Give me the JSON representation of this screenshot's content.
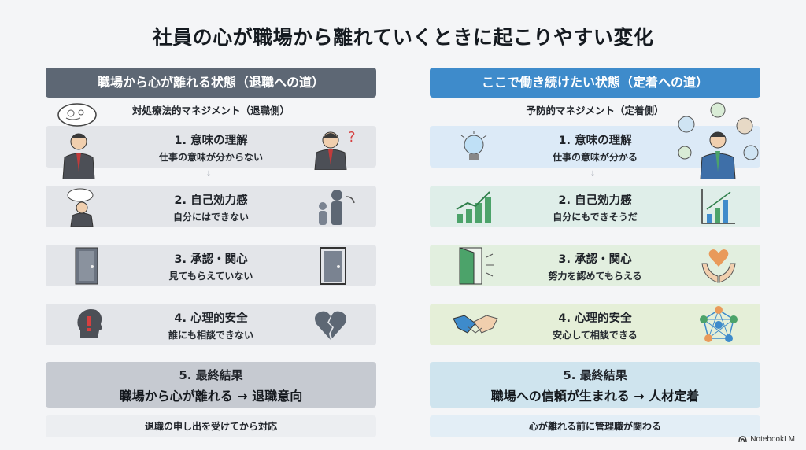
{
  "title": "社員の心が職場から離れていくときに起こりやすい変化",
  "left": {
    "header": "職場から心が離れる状態（退職への道）",
    "subtitle": "対処療法的マネジメント（退職側）",
    "cards": [
      {
        "title": "1. 意味の理解",
        "sub": "仕事の意味が分からない"
      },
      {
        "title": "2. 自己効力感",
        "sub": "自分にはできない"
      },
      {
        "title": "3. 承認・関心",
        "sub": "見てもらえていない"
      },
      {
        "title": "4. 心理的安全",
        "sub": "誰にも相談できない"
      }
    ],
    "final": {
      "title": "5. 最終結果",
      "sub": "職場から心が離れる → 退職意向"
    },
    "note": "退職の申し出を受けてから対応"
  },
  "right": {
    "header": "ここで働き続けたい状態（定着への道）",
    "subtitle": "予防的マネジメント（定着側）",
    "cards": [
      {
        "title": "1. 意味の理解",
        "sub": "仕事の意味が分かる"
      },
      {
        "title": "2. 自己効力感",
        "sub": "自分にもできそうだ"
      },
      {
        "title": "3. 承認・関心",
        "sub": "努力を認めてもらえる"
      },
      {
        "title": "4. 心理的安全",
        "sub": "安心して相談できる"
      }
    ],
    "final": {
      "title": "5. 最終結果",
      "sub": "職場への信頼が生まれる → 人材定着"
    },
    "note": "心が離れる前に管理職が関わる"
  },
  "arrow_glyph": "↓",
  "watermark": "NotebookLM",
  "colors": {
    "left_header": "#5d6774",
    "right_header": "#3e8bcb",
    "left_card": "#e3e5e9",
    "left_final": "#c6cad1"
  }
}
